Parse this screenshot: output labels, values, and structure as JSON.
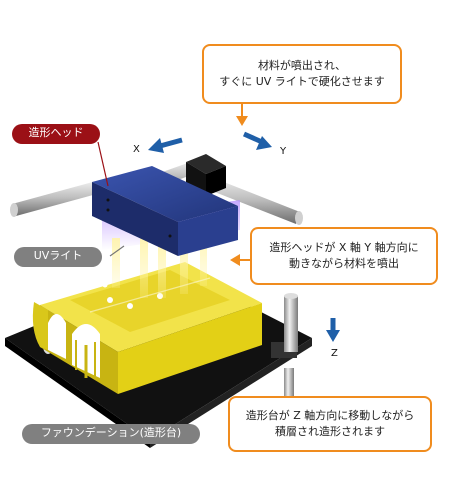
{
  "labels": {
    "head": "造形ヘッド",
    "uv": "UVライト",
    "foundation": "ファウンデーション(造形台)"
  },
  "axes": {
    "x": "X",
    "y": "Y",
    "z": "Z"
  },
  "callouts": {
    "top": {
      "line1": "材料が噴出され、",
      "line2": "すぐに UV ライトで硬化させます"
    },
    "middle": {
      "line1": "造形ヘッドが X 軸 Y 軸方向に",
      "line2": "動きながら材料を噴出"
    },
    "bottom": {
      "line1": "造形台が Z 軸方向に移動しながら",
      "line2": "積層され造形されます"
    }
  },
  "colors": {
    "accent_orange": "#f08c1e",
    "head_label_bg": "#9b1016",
    "grey_label_bg": "#808080",
    "arrow_blue": "#1f5fa8",
    "head_blue": "#2a3f8f",
    "model_yellow": "#e6d21a",
    "platform_black": "#111111"
  }
}
